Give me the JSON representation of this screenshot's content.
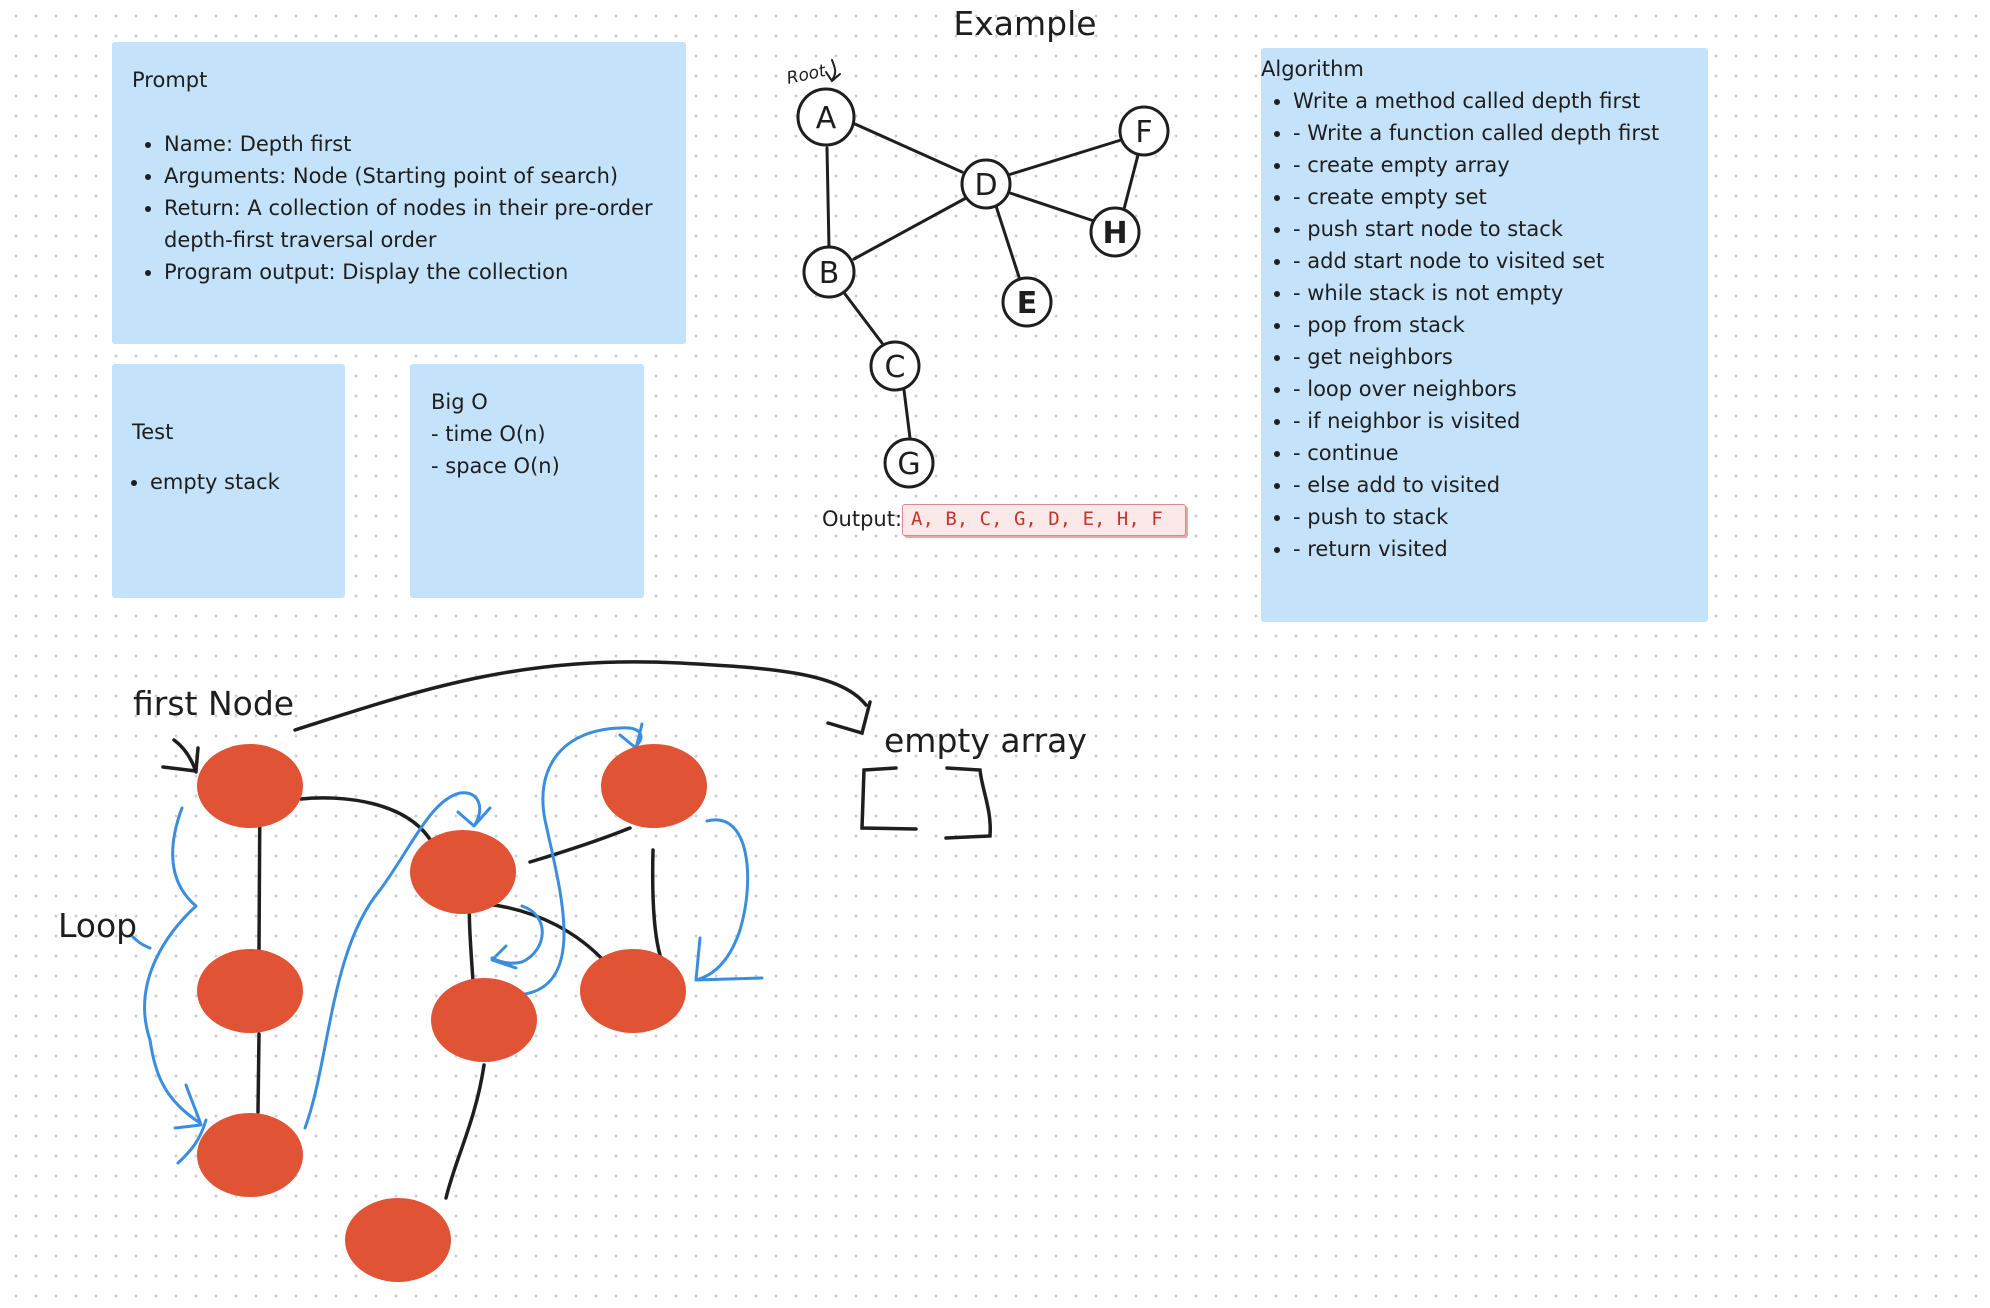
{
  "title": "Example",
  "prompt": {
    "heading": "Prompt",
    "items": [
      "Name: Depth first",
      "Arguments: Node (Starting point of search)",
      "Return: A collection of nodes in their pre-order depth-first traversal order",
      "Program output: Display the collection"
    ]
  },
  "test": {
    "heading": "Test",
    "items": [
      "empty stack"
    ]
  },
  "big_o": {
    "heading": "Big O",
    "lines": [
      "- time O(n)",
      "- space O(n)"
    ]
  },
  "algorithm": {
    "heading": "Algorithm",
    "items": [
      "Write a method called depth first",
      "- Write a function called depth first",
      "- create empty array",
      "- create empty set",
      "- push start node to stack",
      "- add start node to visited set",
      "- while stack is not empty",
      "- pop from stack",
      "- get neighbors",
      "- loop over neighbors",
      "- if neighbor is visited",
      "- continue",
      "- else add to visited",
      "- push to stack",
      "- return visited"
    ]
  },
  "graph": {
    "root_label": "Root",
    "nodes": [
      "A",
      "B",
      "C",
      "D",
      "E",
      "F",
      "G",
      "H"
    ]
  },
  "output": {
    "label": "Output:",
    "value": "A, B, C, G, D, E, H, F"
  },
  "sketch": {
    "first_node_label": "first Node",
    "loop_label": "Loop",
    "empty_array_label": "empty array"
  },
  "colors": {
    "card_bg": "#c4e2f9",
    "node_fill": "#e05334",
    "loop_arrow": "#3b8de0",
    "ink": "#1e1e1e"
  }
}
